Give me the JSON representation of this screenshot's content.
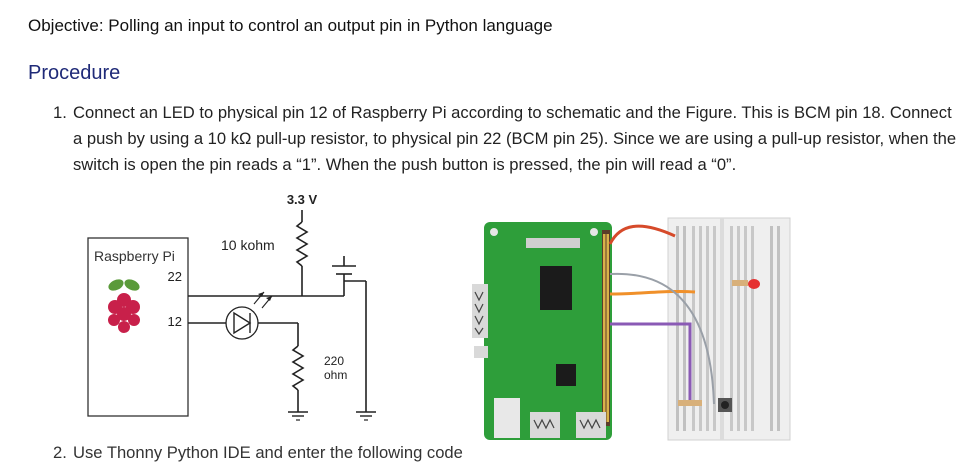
{
  "objective": "Objective: Polling an input to control an output pin in Python language",
  "procedure_heading": "Procedure",
  "step1": {
    "number": "1.",
    "text": "Connect an LED to physical pin 12 of Raspberry Pi according to schematic and the Figure. This is BCM pin 18. Connect a push by using a 10 kΩ pull-up resistor, to physical pin 22 (BCM pin 25). Since we are using a pull-up resistor, when the switch is open the pin reads a “1”. When the push button is pressed, the pin will read a “0”."
  },
  "schematic": {
    "supply_label": "3.3 V",
    "box_label": "Raspberry Pi",
    "pin_22": "22",
    "pin_12": "12",
    "pullup_label": "10 kohm",
    "led_resistor_value": "220",
    "led_resistor_unit": "ohm"
  },
  "step2": {
    "number": "2.",
    "text": "Use Thonny Python IDE and enter the following code"
  },
  "colors": {
    "heading": "#1f2a78",
    "board_green": "#2e9e3a",
    "wire_red": "#d64a2a",
    "wire_orange": "#f0902a",
    "wire_purple": "#8a5ab5",
    "wire_gray": "#9aa0a8",
    "led_red": "#e53030"
  }
}
